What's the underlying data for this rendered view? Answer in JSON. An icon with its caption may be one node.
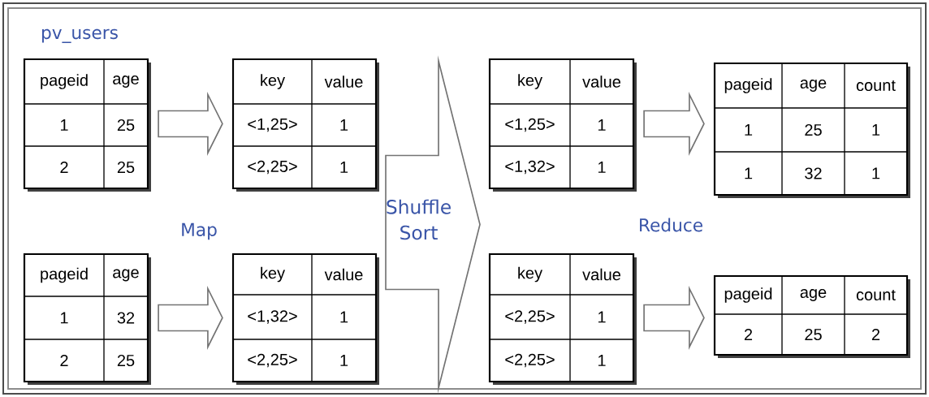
{
  "diagram": {
    "nodes": [
      {
        "text": [
          "pageid",
          "age",
          "1",
          "25",
          "2",
          "25"
        ],
        "beside": [
          "pv_users"
        ]
      },
      {
        "text": [
          "key",
          "value",
          "<1,25>",
          "1",
          "<2,25>",
          "1"
        ]
      },
      {
        "text": [
          "key",
          "value",
          "<1,25>",
          "1",
          "<1,32>",
          "1"
        ]
      },
      {
        "text": [
          "pageid",
          "age",
          "count",
          "1",
          "25",
          "1",
          "1",
          "32",
          "1"
        ]
      },
      {
        "text": [
          "pageid",
          "age",
          "1",
          "32",
          "2",
          "25"
        ]
      },
      {
        "text": [
          "key",
          "value",
          "<1,32>",
          "1",
          "<2,25>",
          "1"
        ]
      },
      {
        "text": [
          "key",
          "value",
          "<2,25>",
          "1",
          "<2,25>",
          "1"
        ]
      },
      {
        "text": [
          "pageid",
          "age",
          "count",
          "2",
          "25",
          "2"
        ]
      }
    ],
    "edges": [
      {
        "from": 0,
        "to": 1,
        "arrow": "to"
      },
      {
        "from": 4,
        "to": 5,
        "arrow": "to"
      },
      {
        "from": 1,
        "to": 2,
        "arrow": "to",
        "label": "Shuffle Sort"
      },
      {
        "from": 1,
        "to": 6,
        "arrow": "to"
      },
      {
        "from": 5,
        "to": 2,
        "arrow": "to"
      },
      {
        "from": 5,
        "to": 6,
        "arrow": "to"
      },
      {
        "from": 2,
        "to": 3,
        "arrow": "to"
      },
      {
        "from": 6,
        "to": 7,
        "arrow": "to"
      }
    ],
    "labels": [
      "Map",
      "Reduce"
    ]
  }
}
